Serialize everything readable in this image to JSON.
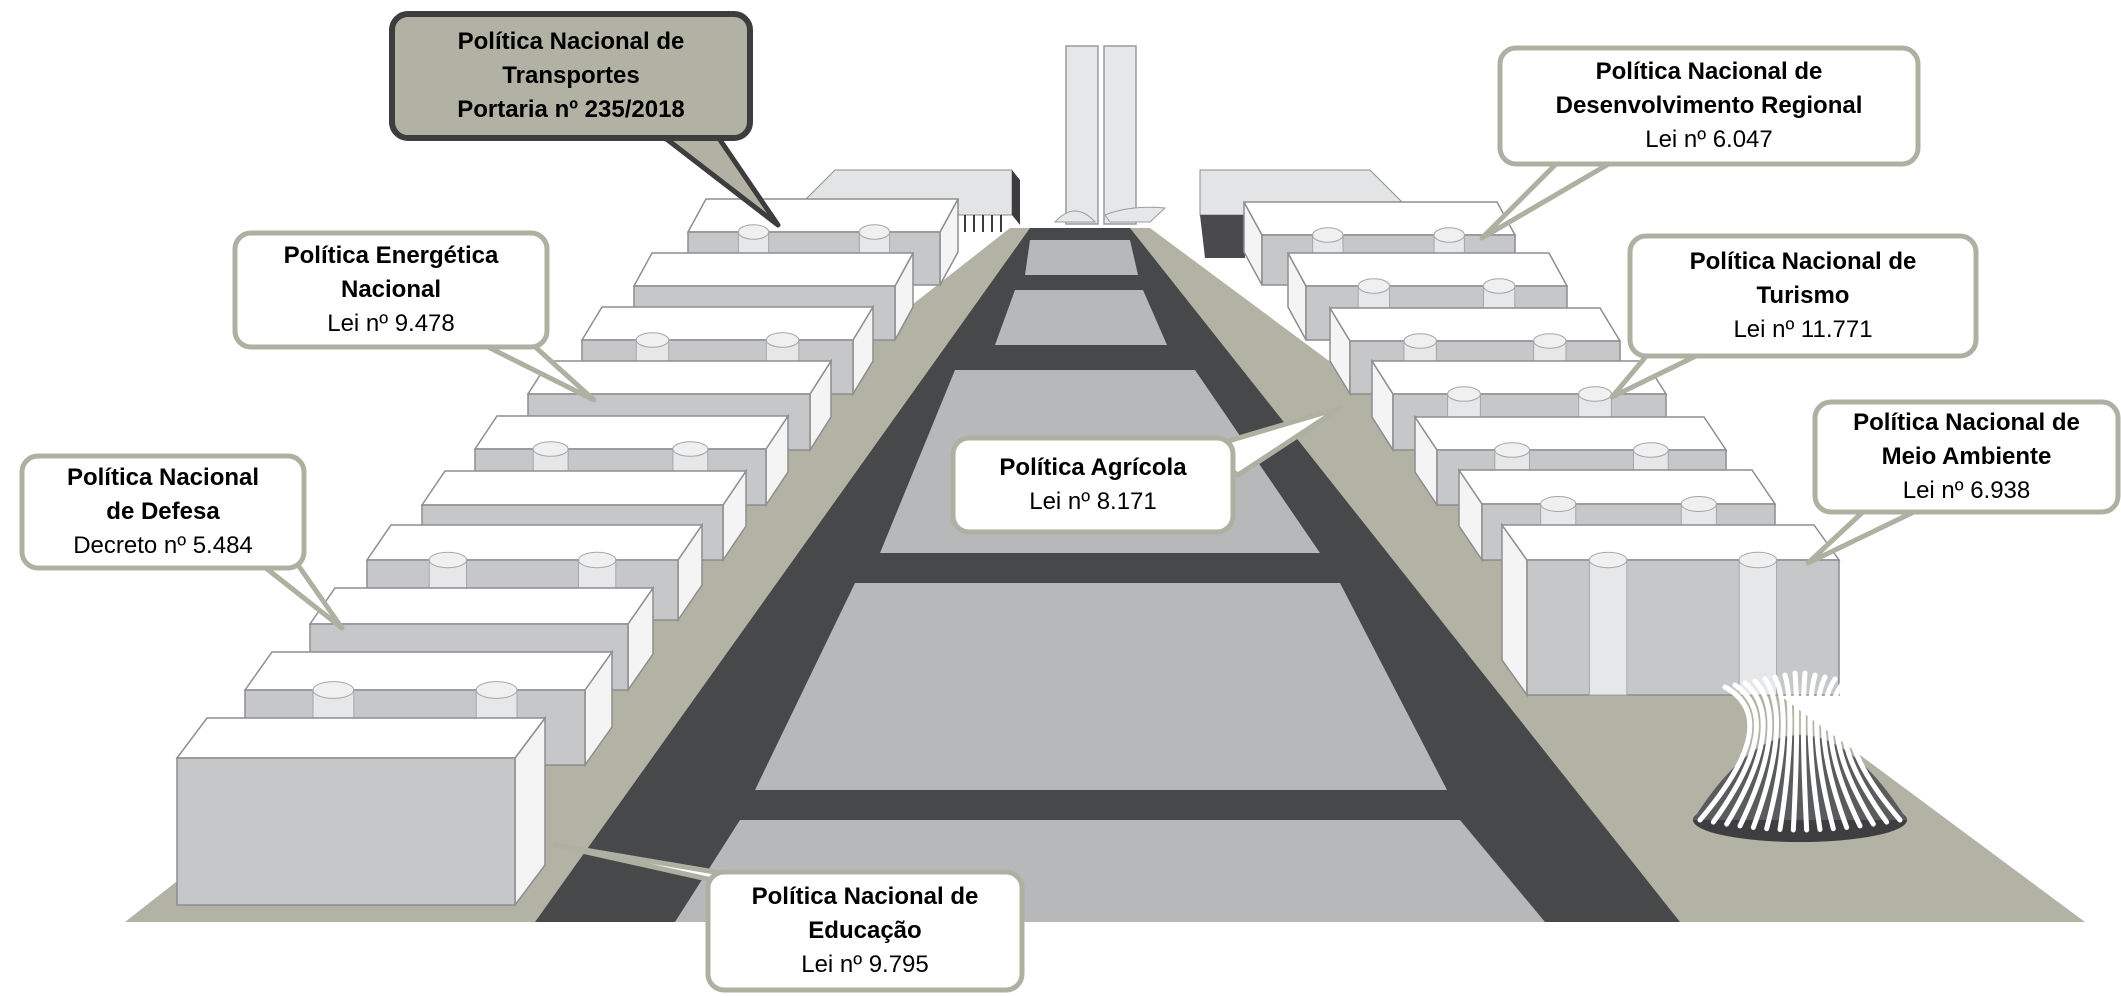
{
  "colors": {
    "ground": "#b2b3a4",
    "road": "#47484a",
    "lawn": "#b7b8ba",
    "block_front": "#c6c7c9",
    "block_top": "#ffffff",
    "block_side": "#f4f4f4",
    "column": "#e6e7e8",
    "callout_fill": "#ffffff",
    "callout_border": "#aeb0a1",
    "highlight_fill": "#b1b2a4",
    "highlight_border": "#3d3d3d"
  },
  "callouts": [
    {
      "id": "transportes",
      "highlighted": true,
      "title_lines": [
        "Política Nacional de",
        "Transportes"
      ],
      "subtitle": "Portaria nº 235/2018"
    },
    {
      "id": "desenvolvimento-regional",
      "title_lines": [
        "Política Nacional de",
        "Desenvolvimento Regional"
      ],
      "subtitle": "Lei nº 6.047"
    },
    {
      "id": "energetica",
      "title_lines": [
        "Política Energética",
        "Nacional"
      ],
      "subtitle": "Lei nº 9.478"
    },
    {
      "id": "turismo",
      "title_lines": [
        "Política Nacional de",
        "Turismo"
      ],
      "subtitle": "Lei nº 11.771"
    },
    {
      "id": "meio-ambiente",
      "title_lines": [
        "Política Nacional de",
        "Meio Ambiente"
      ],
      "subtitle": "Lei nº 6.938"
    },
    {
      "id": "agricola",
      "title_lines": [
        "Política Agrícola"
      ],
      "subtitle": "Lei nº 8.171"
    },
    {
      "id": "defesa",
      "title_lines": [
        "Política Nacional",
        "de Defesa"
      ],
      "subtitle": "Decreto nº 5.484"
    },
    {
      "id": "educacao",
      "title_lines": [
        "Política Nacional de",
        "Educação"
      ],
      "subtitle": "Lei nº 9.795"
    }
  ]
}
